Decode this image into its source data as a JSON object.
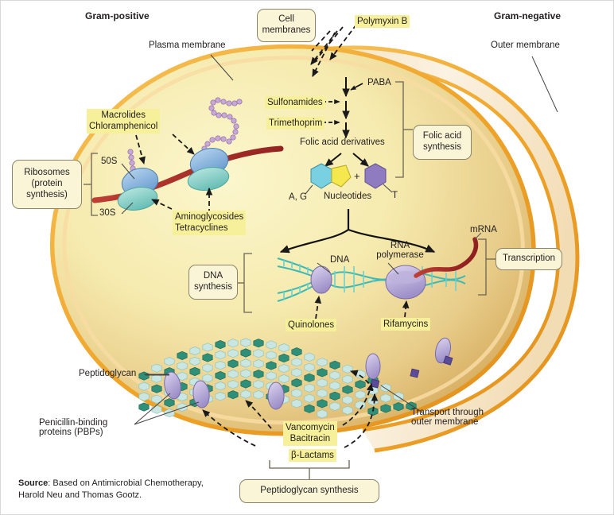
{
  "figure": {
    "title_left": "Gram-positive",
    "title_right": "Gram-negative",
    "source_prefix": "Source",
    "source_text": ": Based on Antimicrobial Chemotherapy,",
    "source_line2": "Harold Neu and Thomas Gootz."
  },
  "callout_boxes": [
    {
      "id": "cell-membranes",
      "label": "Cell\nmembranes"
    },
    {
      "id": "ribosomes",
      "label": "Ribosomes\n(protein\nsynthesis)"
    },
    {
      "id": "folic-acid-synthesis",
      "label": "Folic acid\nsynthesis"
    },
    {
      "id": "dna-synthesis",
      "label": "DNA\nsynthesis"
    },
    {
      "id": "transcription",
      "label": "Transcription"
    },
    {
      "id": "peptidoglycan-synthesis",
      "label": "Peptidoglycan synthesis"
    }
  ],
  "drug_labels": [
    {
      "id": "polymyxin-b",
      "label": "Polymyxin B"
    },
    {
      "id": "macrolides",
      "label": "Macrolides\nChloramphenicol"
    },
    {
      "id": "sulfonamides",
      "label": "Sulfonamides"
    },
    {
      "id": "trimethoprim",
      "label": "Trimethoprim"
    },
    {
      "id": "aminoglycosides",
      "label": "Aminoglycosides\nTetracyclines"
    },
    {
      "id": "quinolones",
      "label": "Quinolones"
    },
    {
      "id": "rifamycins",
      "label": "Rifamycins"
    },
    {
      "id": "vancomycin",
      "label": "Vancomycin\nBacitracin"
    },
    {
      "id": "beta-lactams",
      "label": "β-Lactams"
    }
  ],
  "structure_labels": [
    {
      "id": "plasma-membrane",
      "label": "Plasma membrane"
    },
    {
      "id": "outer-membrane",
      "label": "Outer membrane"
    },
    {
      "id": "ribosome-50s",
      "label": "50S"
    },
    {
      "id": "ribosome-30s",
      "label": "30S"
    },
    {
      "id": "paba",
      "label": "PABA"
    },
    {
      "id": "folic-acid-derivatives",
      "label": "Folic acid derivatives"
    },
    {
      "id": "nucleotides",
      "label": "Nucleotides"
    },
    {
      "id": "nucleotide-ag",
      "label": "A, G"
    },
    {
      "id": "nucleotide-t",
      "label": "T"
    },
    {
      "id": "nucleotide-plus",
      "label": "+"
    },
    {
      "id": "dna",
      "label": "DNA"
    },
    {
      "id": "rna-polymerase",
      "label": "RNA\npolymerase"
    },
    {
      "id": "mrna",
      "label": "mRNA"
    },
    {
      "id": "peptidoglycan",
      "label": "Peptidoglycan"
    },
    {
      "id": "pbps",
      "label": "Penicillin-binding\nproteins (PBPs)"
    },
    {
      "id": "transport",
      "label": "Transport through\nouter membrane"
    }
  ],
  "colors": {
    "cytoplasm_light": "#f6eeb0",
    "cytoplasm_mid": "#e9cf8e",
    "cytoplasm_dark": "#d3a85c",
    "membrane_orange": "#f0a52a",
    "membrane_cream": "#f7ead2",
    "box_fill": "#faf5d7",
    "box_stroke": "#8c8468",
    "highlight": "#f7f09a",
    "ribosome_blue": "#8fb8e0",
    "ribosome_teal": "#8fd4cd",
    "peptide_purple": "#c8bfe4",
    "dna_teal": "#4fc3c0",
    "mrna_red": "#b02b2b",
    "nucleotide_cyan": "#79d0e0",
    "nucleotide_yellow": "#f5e84e",
    "nucleotide_purple": "#8f7cc0",
    "pg_dark": "#2f8f78",
    "pg_light": "#c9e6e2",
    "text": "#231f20"
  }
}
